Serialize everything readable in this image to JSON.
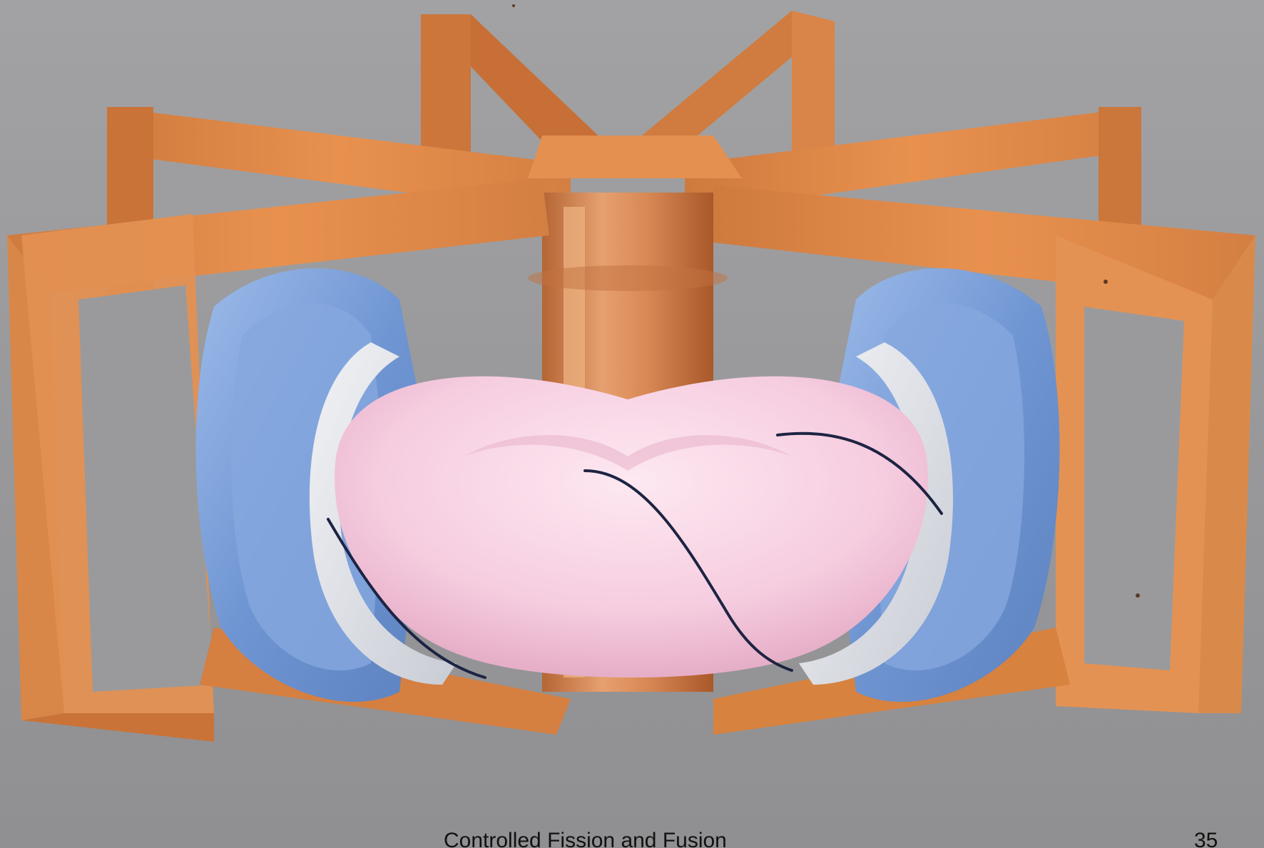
{
  "slide": {
    "footer_title": "Controlled Fission and Fusion",
    "page_number": "35"
  },
  "image": {
    "subject": "tokamak-illustration",
    "colors": {
      "background": "#9a9a9c",
      "coil": "#e08a48",
      "coil_shadow": "#b46430",
      "vessel_blue": "#7ea4dc",
      "plasma": "#f6cde0",
      "field_line": "#1d2442"
    }
  }
}
